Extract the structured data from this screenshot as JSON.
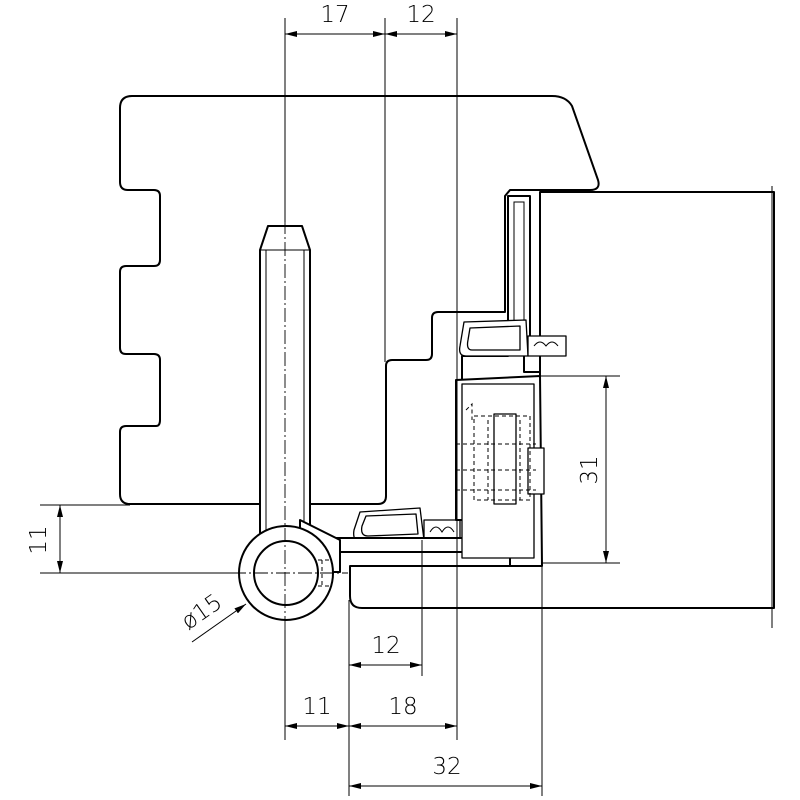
{
  "dimensions": {
    "top_left": "17",
    "top_right": "12",
    "right_height": "31",
    "left_height": "11",
    "pin_diameter": "ø15",
    "bottom_12": "12",
    "bottom_11": "11",
    "bottom_18": "18",
    "bottom_32": "32"
  }
}
